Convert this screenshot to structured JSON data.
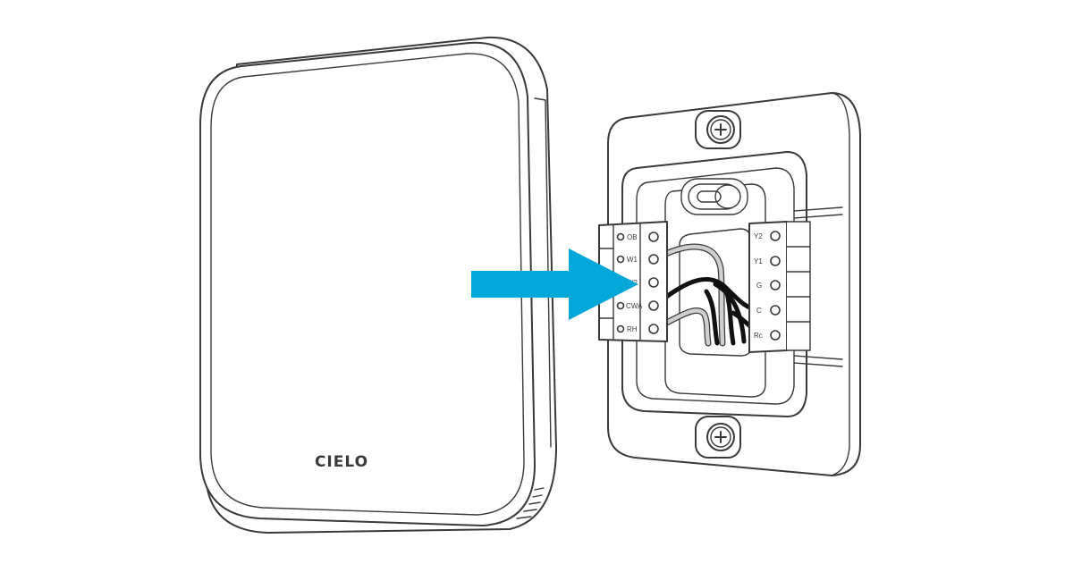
{
  "brand": {
    "logo_text": "CIELO"
  },
  "arrow": {
    "color": "#03a8d8"
  },
  "terminals_left": [
    "OB",
    "W1",
    "W2",
    "CWA",
    "RH"
  ],
  "terminals_right": [
    "Y2",
    "Y1",
    "G",
    "C",
    "Rc"
  ]
}
